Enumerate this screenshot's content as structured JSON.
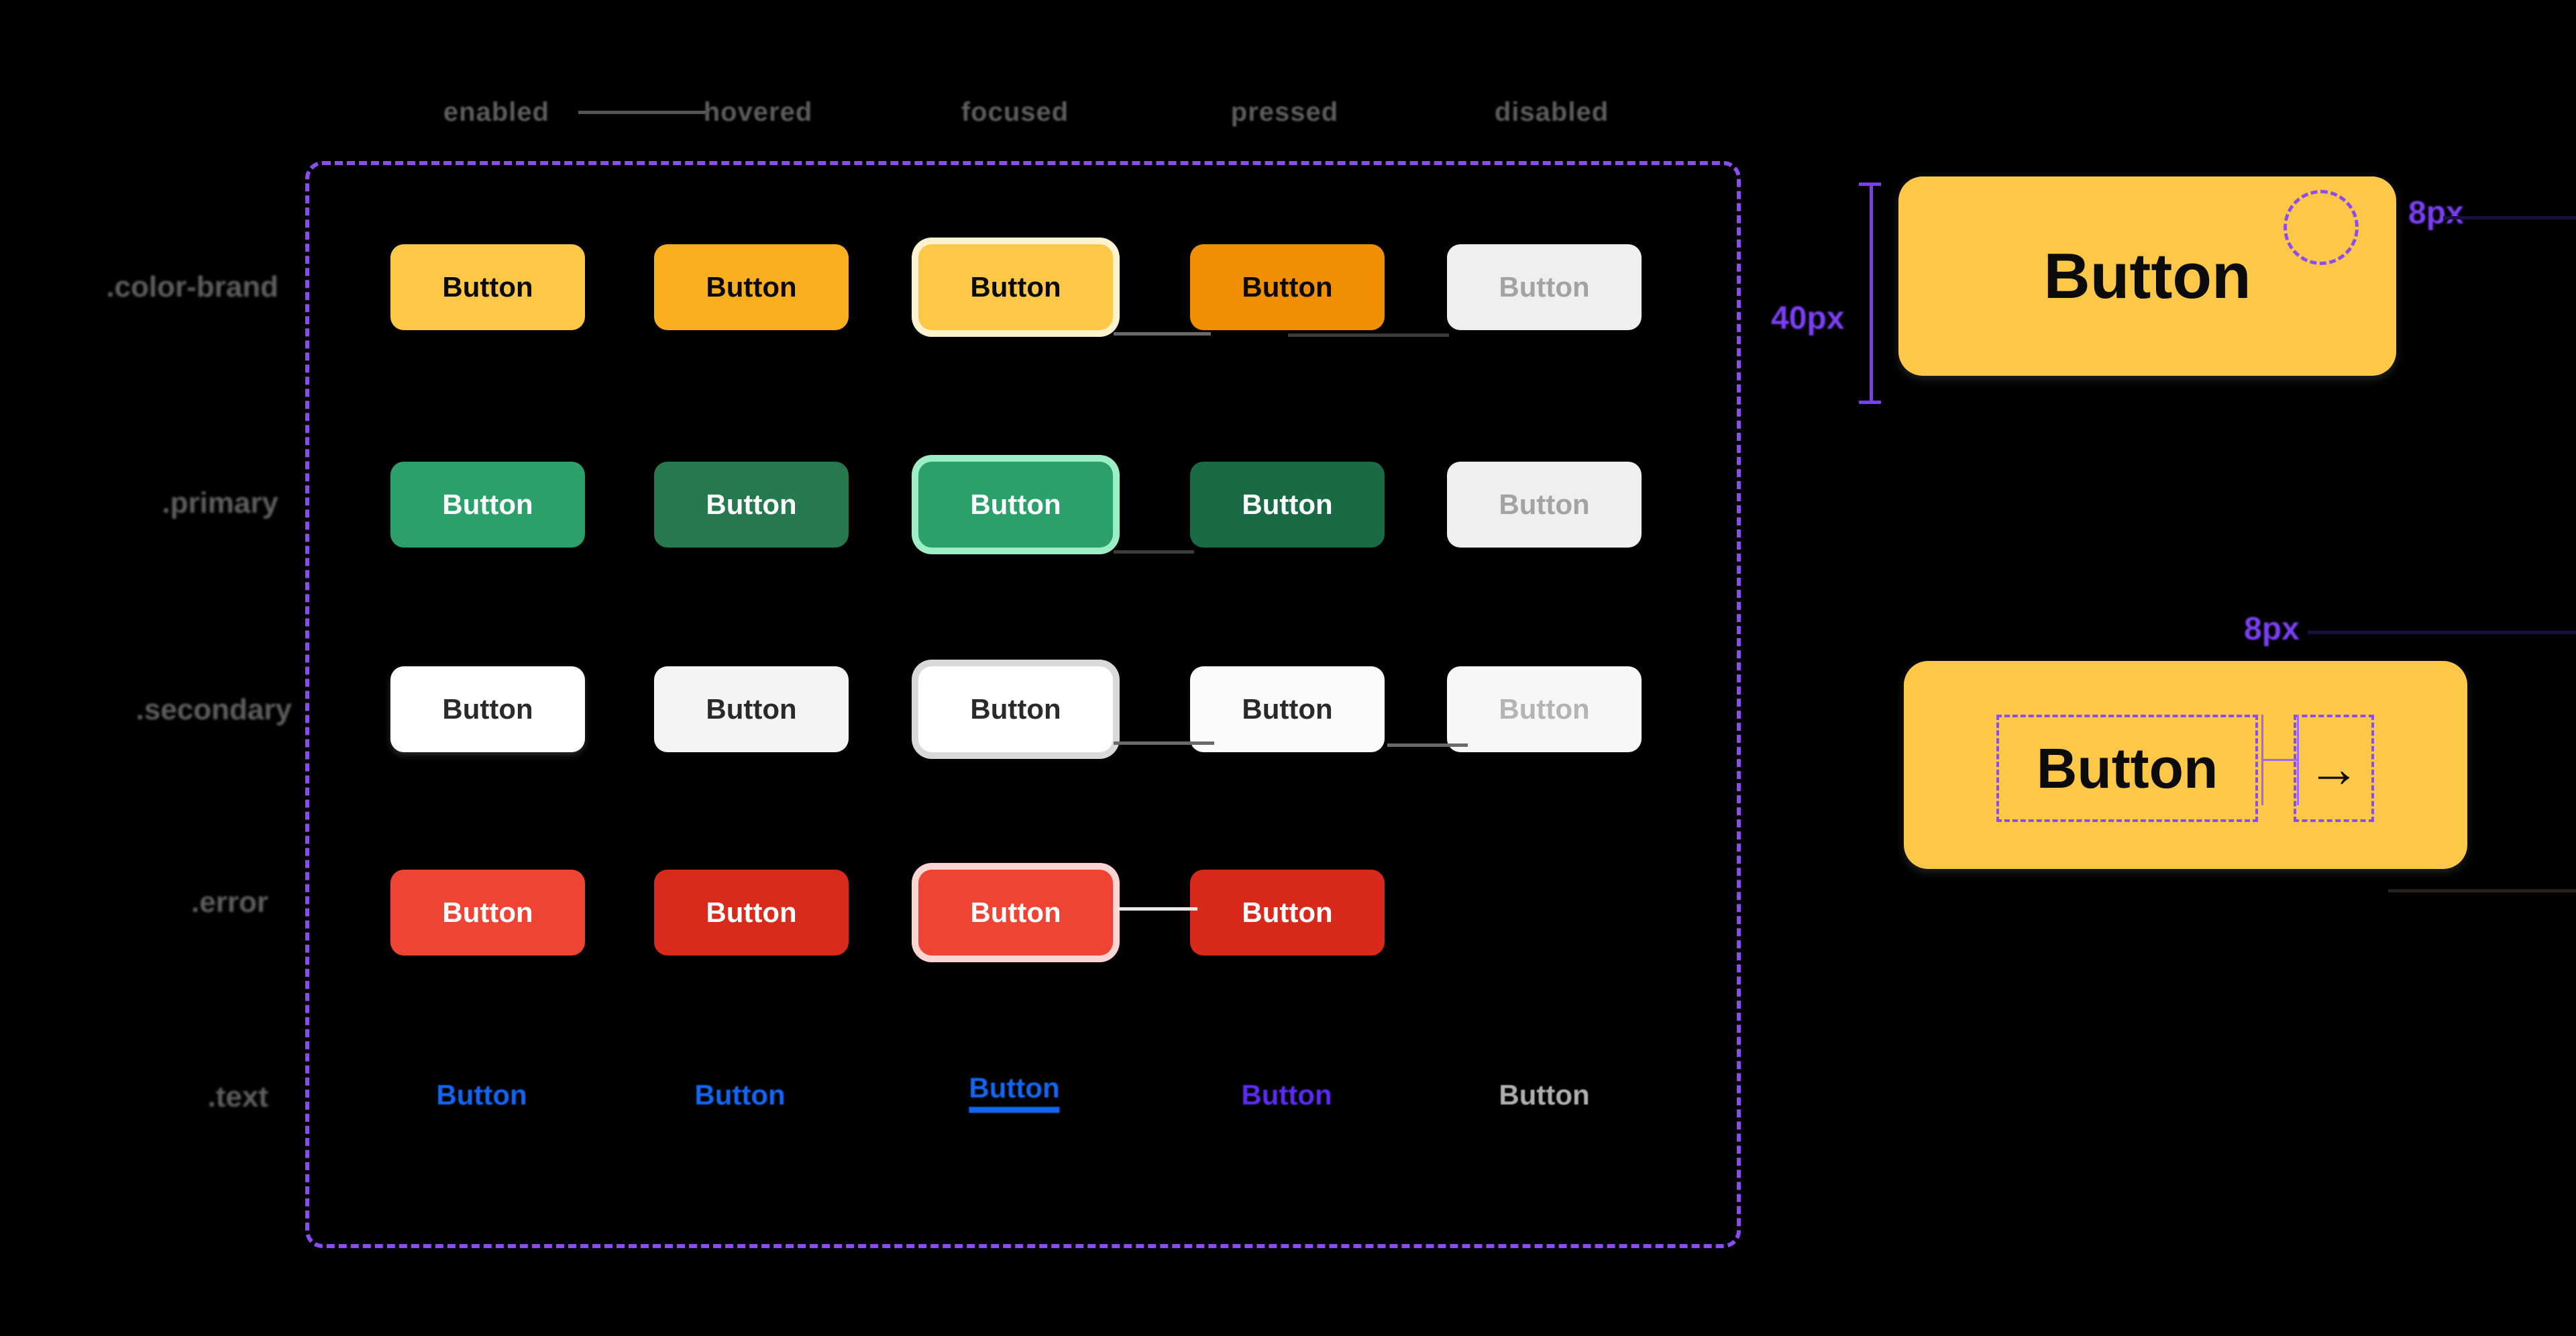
{
  "matrix": {
    "column_headers": [
      "enabled",
      "hovered",
      "focused",
      "pressed",
      "disabled"
    ],
    "row_labels": [
      ".color-brand",
      ".primary",
      ".secondary",
      ".error",
      ".text"
    ],
    "button_label": "Button",
    "rows": [
      {
        "variant": ".color-brand",
        "cells": [
          {
            "state": "enabled",
            "label": "Button",
            "bg": "#FDC748",
            "fg": "#0a0a0a"
          },
          {
            "state": "hovered",
            "label": "Button",
            "bg": "#F9AE20",
            "fg": "#0a0a0a"
          },
          {
            "state": "focused",
            "label": "Button",
            "bg": "#FDC748",
            "fg": "#0a0a0a",
            "ring": "#fff3cf"
          },
          {
            "state": "pressed",
            "label": "Button",
            "bg": "#F18F02",
            "fg": "#0a0a0a"
          },
          {
            "state": "disabled",
            "label": "Button",
            "bg": "#EFEFEF",
            "fg": "#A3A3A3"
          }
        ]
      },
      {
        "variant": ".primary",
        "cells": [
          {
            "state": "enabled",
            "label": "Button",
            "bg": "#2BA06A",
            "fg": "#ffffff"
          },
          {
            "state": "hovered",
            "label": "Button",
            "bg": "#26784F",
            "fg": "#ffffff"
          },
          {
            "state": "focused",
            "label": "Button",
            "bg": "#2BA06A",
            "fg": "#ffffff",
            "ring": "#9CEFC4"
          },
          {
            "state": "pressed",
            "label": "Button",
            "bg": "#196B45",
            "fg": "#ffffff"
          },
          {
            "state": "disabled",
            "label": "Button",
            "bg": "#EFEFEF",
            "fg": "#A3A3A3"
          }
        ]
      },
      {
        "variant": ".secondary",
        "cells": [
          {
            "state": "enabled",
            "label": "Button",
            "bg": "#FFFFFF",
            "fg": "#2a2a2a"
          },
          {
            "state": "hovered",
            "label": "Button",
            "bg": "#F4F4F4",
            "fg": "#2a2a2a"
          },
          {
            "state": "focused",
            "label": "Button",
            "bg": "#FFFFFF",
            "fg": "#2a2a2a",
            "ring": "#d9d9d9"
          },
          {
            "state": "pressed",
            "label": "Button",
            "bg": "#FAFAFA",
            "fg": "#2a2a2a"
          },
          {
            "state": "disabled",
            "label": "Button",
            "bg": "#F7F7F7",
            "fg": "#B4B4B4"
          }
        ]
      },
      {
        "variant": ".error",
        "cells": [
          {
            "state": "enabled",
            "label": "Button",
            "bg": "#EF4434",
            "fg": "#ffffff"
          },
          {
            "state": "hovered",
            "label": "Button",
            "bg": "#D92B1C",
            "fg": "#ffffff"
          },
          {
            "state": "focused",
            "label": "Button",
            "bg": "#EF4434",
            "fg": "#ffffff",
            "ring": "#FBD5D1"
          },
          {
            "state": "pressed",
            "label": "Button",
            "bg": "#D9291B",
            "fg": "#ffffff"
          }
        ]
      },
      {
        "variant": ".text",
        "cells": [
          {
            "state": "enabled",
            "label": "Button",
            "fg": "#1366F0"
          },
          {
            "state": "hovered",
            "label": "Button",
            "fg": "#1366F0"
          },
          {
            "state": "focused",
            "label": "Button",
            "fg": "#1366F0"
          },
          {
            "state": "pressed",
            "label": "Button",
            "fg": "#5B2BEF"
          },
          {
            "state": "disabled",
            "label": "Button",
            "fg": "#AFAFAF"
          }
        ]
      }
    ]
  },
  "specs": {
    "height": {
      "label": "Button",
      "dimension": "40px",
      "radius": "8px"
    },
    "gap": {
      "label": "Button",
      "icon": "arrow-right-icon",
      "arrow_glyph": "→",
      "dimension": "8px"
    }
  },
  "accent": "#8b4df0"
}
